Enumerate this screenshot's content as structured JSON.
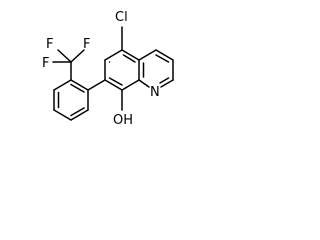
{
  "molecule": {
    "atoms": {
      "chlorine": "Cl",
      "nitrogen": "N",
      "hydroxyl": "OH",
      "fluorine_top_left": "F",
      "fluorine_top_right": "F",
      "fluorine_left": "F"
    }
  },
  "colors": {
    "bond": "#000000",
    "background": "#ffffff"
  }
}
